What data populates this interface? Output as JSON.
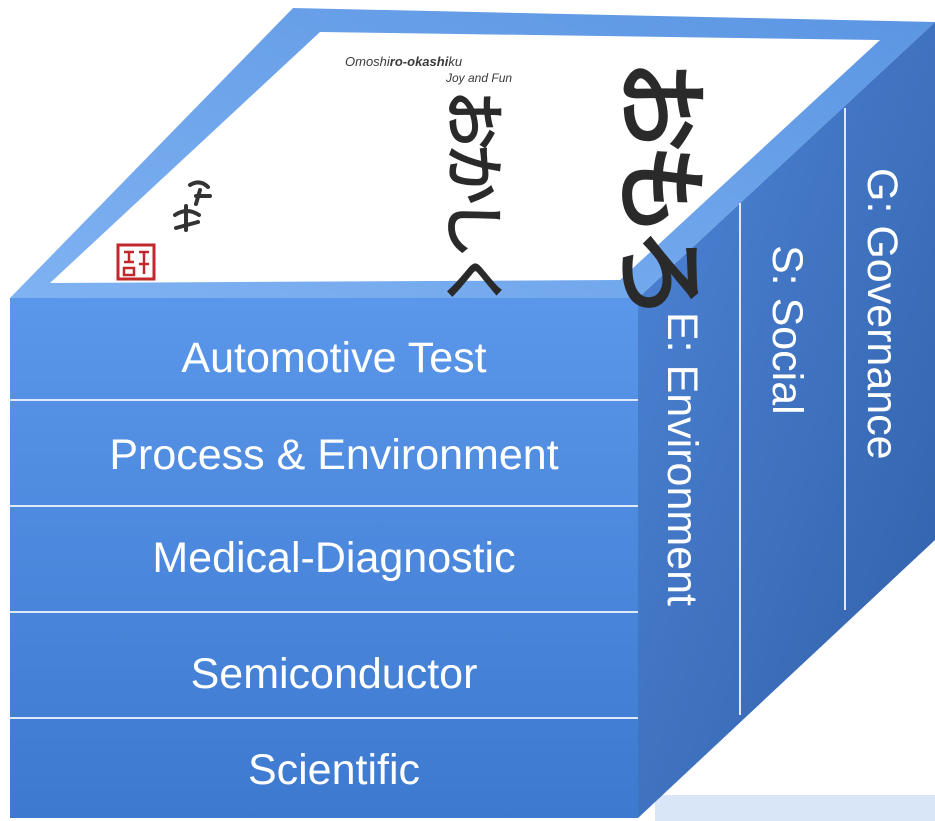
{
  "front_face": {
    "rows": [
      {
        "label": "Automotive Test"
      },
      {
        "label": "Process & Environment"
      },
      {
        "label": "Medical-Diagnostic"
      },
      {
        "label": "Semiconductor"
      },
      {
        "label": "Scientific"
      }
    ]
  },
  "side_face": {
    "columns": [
      {
        "label": "E: Environment"
      },
      {
        "label": "S: Social"
      },
      {
        "label": "G: Governance"
      }
    ]
  },
  "top_face": {
    "brand_line1_a": "Omoshi",
    "brand_line1_b": "ro-okashi",
    "brand_line1_c": "ku",
    "brand_line2": "Joy and Fun",
    "calligraphy_lines": [
      "おもろ",
      "おかしく"
    ]
  },
  "colors": {
    "front": "#4a88de",
    "side": "#3f73c0",
    "top_frame": "#6aa3ee",
    "divider": "#dfe9fa",
    "seal": "#c0282b"
  }
}
